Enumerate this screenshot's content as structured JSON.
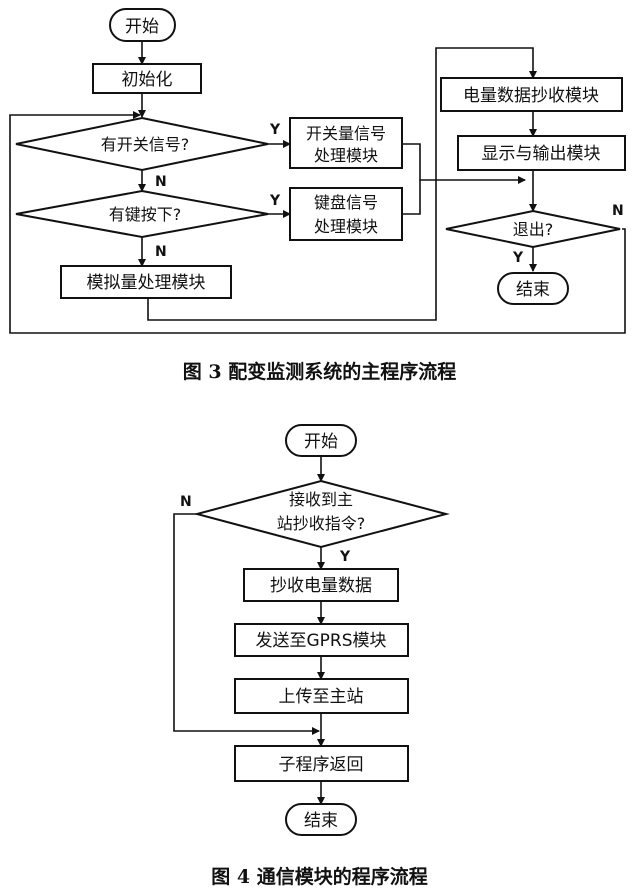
{
  "figure3": {
    "caption": "图 3 配变监测系统的主程序流程",
    "nodes": {
      "start": "开始",
      "init": "初始化",
      "switch_q": "有开关信号?",
      "switch_mod_1": "开关量信号",
      "switch_mod_2": "处理模块",
      "key_q": "有键按下?",
      "key_mod_1": "键盘信号",
      "key_mod_2": "处理模块",
      "analog_mod": "模拟量处理模块",
      "energy_read": "电量数据抄收模块",
      "display_out": "显示与输出模块",
      "exit_q": "退出?",
      "end": "结束"
    },
    "edge_labels": {
      "switch_yes": "Y",
      "switch_no": "N",
      "key_yes": "Y",
      "key_no": "N",
      "exit_yes": "Y",
      "exit_no": "N"
    }
  },
  "figure4": {
    "caption": "图 4 通信模块的程序流程",
    "nodes": {
      "start": "开始",
      "recv_q_1": "接收到主",
      "recv_q_2": "站抄收指令?",
      "read_energy": "抄收电量数据",
      "send_gprs": "发送至GPRS模块",
      "upload": "上传至主站",
      "sub_return": "子程序返回",
      "end": "结束"
    },
    "edge_labels": {
      "recv_yes": "Y",
      "recv_no": "N"
    }
  }
}
